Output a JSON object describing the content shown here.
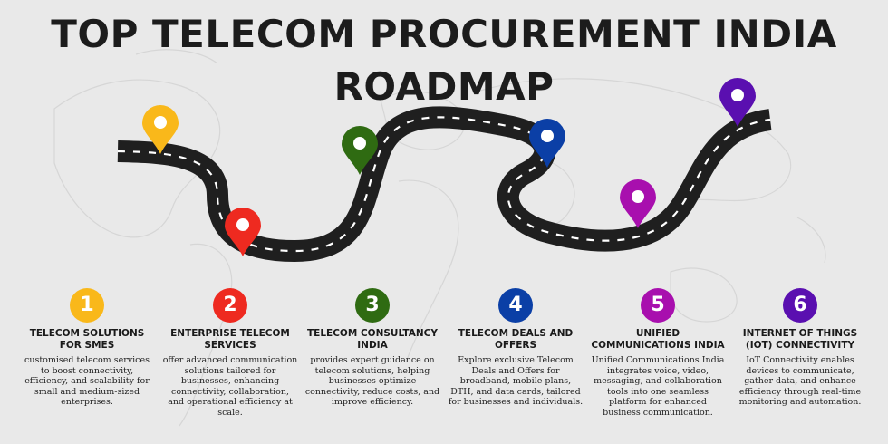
{
  "title": {
    "line1": "TOP TELECOM PROCUREMENT INDIA",
    "line2": "ROADMAP"
  },
  "colors": {
    "background": "#e9e9e9",
    "road": "#1f1f1f",
    "road_dash": "#ffffff",
    "map": "#d6d6d6"
  },
  "pins": [
    {
      "color": "#f9b81a",
      "icon": "map-pin-icon"
    },
    {
      "color": "#ee2a20",
      "icon": "map-pin-icon"
    },
    {
      "color": "#2f6b12",
      "icon": "map-pin-icon"
    },
    {
      "color": "#0b3fa6",
      "icon": "map-pin-icon"
    },
    {
      "color": "#a80fae",
      "icon": "map-pin-icon"
    },
    {
      "color": "#5a0fb0",
      "icon": "map-pin-icon"
    }
  ],
  "steps": [
    {
      "number": "1",
      "color": "#f9b81a",
      "title": "TELECOM SOLUTIONS FOR SMES",
      "desc": "customised telecom services to boost connectivity, efficiency, and scalability for small and medium-sized enterprises."
    },
    {
      "number": "2",
      "color": "#ee2a20",
      "title": "ENTERPRISE TELECOM SERVICES",
      "desc": "offer advanced communication solutions tailored for businesses, enhancing connectivity, collaboration, and operational efficiency at scale."
    },
    {
      "number": "3",
      "color": "#2f6b12",
      "title": "TELECOM CONSULTANCY INDIA",
      "desc": "provides expert guidance on telecom solutions, helping businesses optimize connectivity, reduce costs, and improve efficiency."
    },
    {
      "number": "4",
      "color": "#0b3fa6",
      "title": "TELECOM DEALS AND OFFERS",
      "desc": "Explore exclusive Telecom Deals and Offers for broadband, mobile plans, DTH, and data cards, tailored for businesses and individuals."
    },
    {
      "number": "5",
      "color": "#a80fae",
      "title": "UNIFIED COMMUNICATIONS INDIA",
      "desc": "Unified Communications India integrates voice, video, messaging, and collaboration tools into one seamless platform for enhanced business communication."
    },
    {
      "number": "6",
      "color": "#5a0fb0",
      "title": "INTERNET OF THINGS (IOT) CONNECTIVITY",
      "desc": "IoT Connectivity enables devices to communicate, gather data, and enhance efficiency through real-time monitoring and automation."
    }
  ]
}
